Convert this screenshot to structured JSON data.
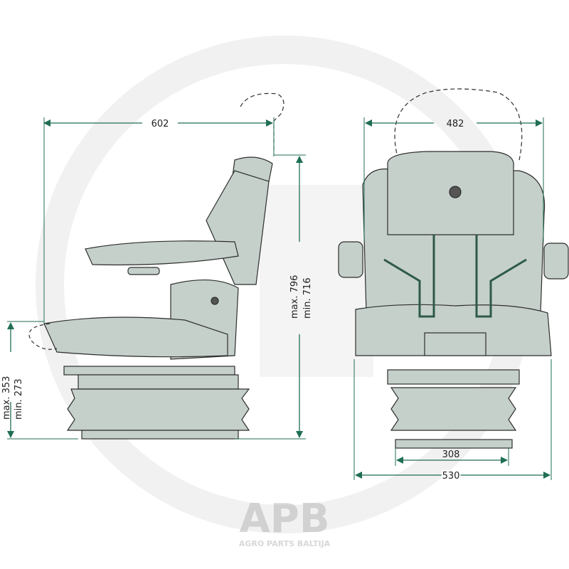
{
  "watermark": {
    "logo": "APB",
    "text": "AGRO PARTS BALTIJA"
  },
  "colors": {
    "dimension": "#1f6e55",
    "seat_fill": "#c5d0ca",
    "outline": "#2e2e2e"
  },
  "side_view": {
    "depth": "602",
    "height_max": "max. 796",
    "height_min": "min. 716",
    "seat_height_max": "max. 353",
    "seat_height_min": "min. 273"
  },
  "front_view": {
    "backrest_width": "482",
    "base_width": "308",
    "overall_width": "530"
  }
}
